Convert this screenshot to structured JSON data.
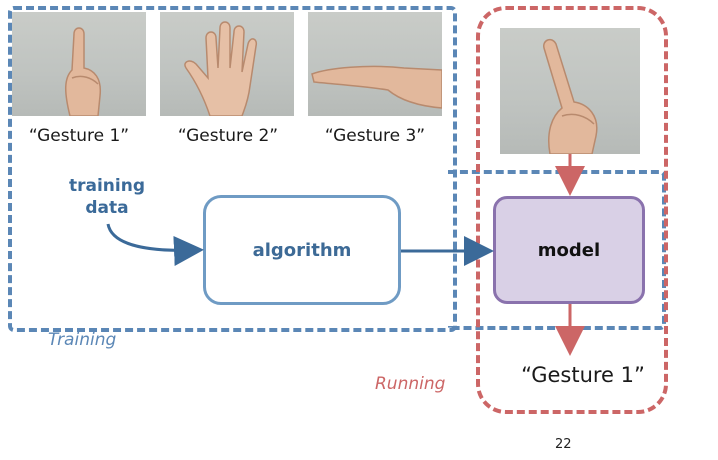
{
  "gestures": [
    {
      "caption": "“Gesture 1”"
    },
    {
      "caption": "“Gesture 2”"
    },
    {
      "caption": "“Gesture 3”"
    }
  ],
  "training_data_label": "training\ndata",
  "algorithm_label": "algorithm",
  "model_label": "model",
  "training_region_label": "Training",
  "running_region_label": "Running",
  "output_label": "“Gesture 1”",
  "page_number": "22",
  "colors": {
    "training": "#5b87b6",
    "running": "#cc6666",
    "algorithm_border": "#6f9bc4",
    "model_fill": "#d9d0e6",
    "model_border": "#8a72ad"
  }
}
